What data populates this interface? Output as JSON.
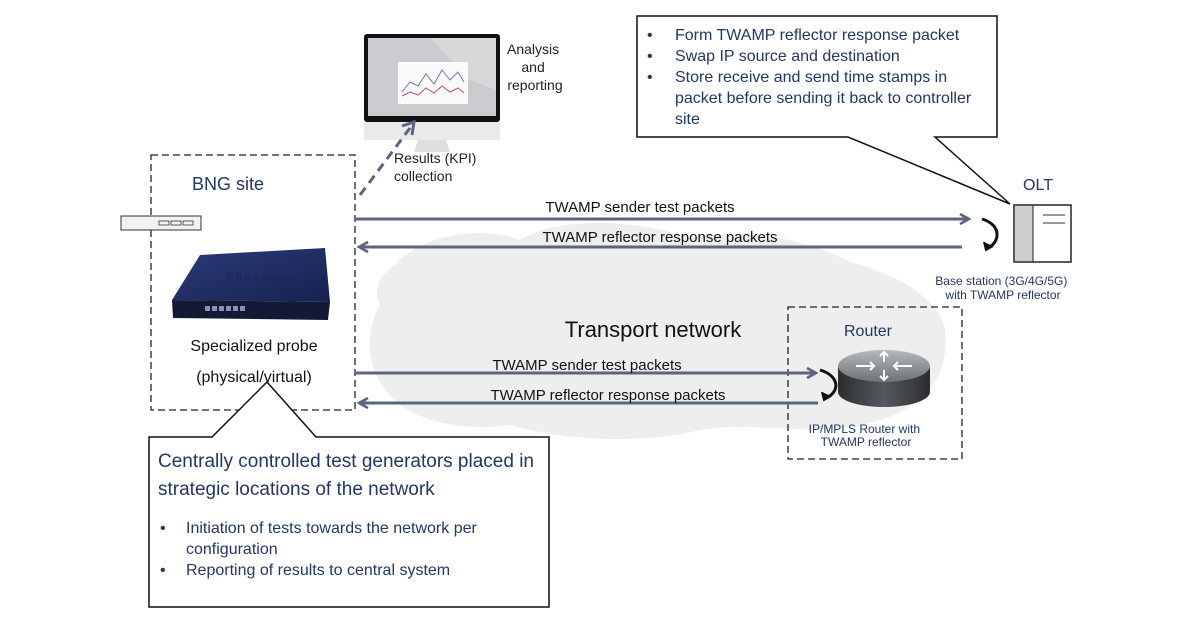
{
  "analysis": {
    "label_lines": [
      "Analysis",
      "and",
      "reporting"
    ],
    "results_lines": [
      "Results (KPI)",
      "collection"
    ]
  },
  "bng_site": {
    "title": "BNG site",
    "probe_label": "Specialized probe",
    "probe_sublabel": "(physical/virtual)",
    "device_brand": "CREANORD"
  },
  "olt": {
    "title": "OLT",
    "caption_lines": [
      "Base station (3G/4G/5G)",
      "with TWAMP reflector"
    ]
  },
  "router": {
    "title": "Router",
    "caption_lines": [
      "IP/MPLS Router with",
      "TWAMP reflector"
    ]
  },
  "transport": {
    "label": "Transport network"
  },
  "arrows": {
    "olt_sender": "TWAMP sender test packets",
    "olt_reflector": "TWAMP reflector response packets",
    "router_sender": "TWAMP sender test packets",
    "router_reflector": "TWAMP reflector response packets"
  },
  "callout_reflector": {
    "bullets": [
      "Form TWAMP reflector response packet",
      "Swap IP source and destination",
      "Store receive and send time stamps in packet before sending it back to controller site"
    ]
  },
  "callout_probe": {
    "heading": "Centrally controlled test generators placed in strategic locations of the network",
    "bullets": [
      "Initiation of tests towards the network per configuration",
      "Reporting of results to central system"
    ]
  },
  "colors": {
    "arrow": "#5c6580",
    "text_blue": "#1f3864",
    "cloud": "#eeeeee",
    "device": "#1c2a5e"
  }
}
